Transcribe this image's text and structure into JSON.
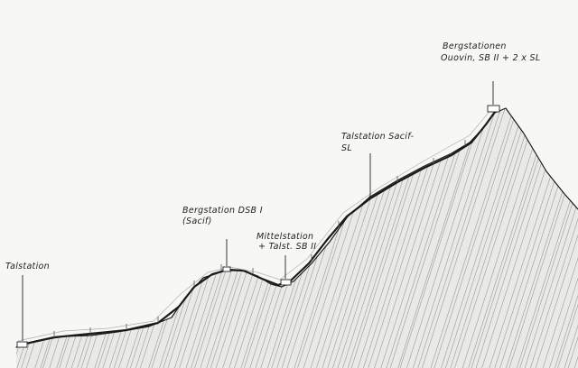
{
  "stations": [
    {
      "id": "valley",
      "lines": [
        "Talstation"
      ]
    },
    {
      "id": "dsb-top",
      "lines": [
        "Bergstation DSB I",
        "(Sacif)"
      ]
    },
    {
      "id": "middle",
      "lines": [
        "Mittelstation",
        "+ Talst. SB II"
      ]
    },
    {
      "id": "sacif-sl",
      "lines": [
        "Talstation Sacif-",
        "SL"
      ]
    },
    {
      "id": "summit",
      "lines": [
        "Bergstationen",
        "Ouovin, SB II + 2 x SL"
      ]
    }
  ]
}
